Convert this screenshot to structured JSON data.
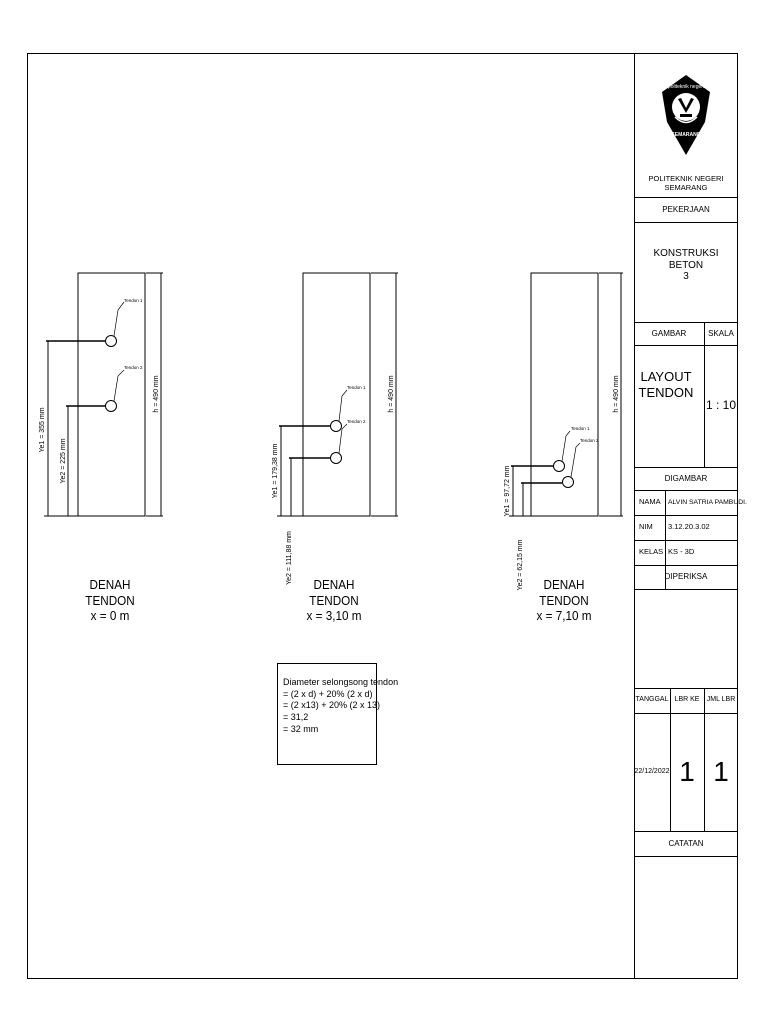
{
  "sections": [
    {
      "caption_1": "DENAH TENDON",
      "caption_2": "x = 0 m",
      "height_dim": "h = 490 mm",
      "ye1": "Ye1 = 355 mm",
      "ye2": "Ye2 = 225 mm",
      "tendon_1": "Tendon 1",
      "tendon_2": "Tendon 2"
    },
    {
      "caption_1": "DENAH TENDON",
      "caption_2": "x = 3,10 m",
      "height_dim": "h = 490 mm",
      "ye1": "Ye1 = 179,38 mm",
      "ye2": "Ye2 = 111,88 mm",
      "tendon_1": "Tendon 1",
      "tendon_2": "Tendon 2"
    },
    {
      "caption_1": "DENAH TENDON",
      "caption_2": "x = 7,10 m",
      "height_dim": "h = 490 mm",
      "ye1": "Ye1 = 97,72 mm",
      "ye2": "Ye2 = 62,15 mm",
      "tendon_1": "Tendon 1",
      "tendon_2": "Tendon 2"
    }
  ],
  "note": {
    "title": "Diameter selongsong tendon",
    "lines": [
      "= (2 x d) + 20% (2 x d)",
      "= (2 x13) + 20% (2 x 13)",
      "= 31,2",
      "= 32 mm"
    ]
  },
  "title_block": {
    "institution": "POLITEKNIK NEGERI SEMARANG",
    "logo_text_top": "politeknik negeri",
    "logo_text_bottom": "SEMARANG",
    "pekerjaan_label": "PEKERJAAN",
    "project_line_1": "KONSTRUKSI",
    "project_line_2": "BETON",
    "project_line_3": "3",
    "gambar_label": "GAMBAR",
    "skala_label": "SKALA",
    "drawing_title_1": "LAYOUT",
    "drawing_title_2": "TENDON",
    "scale": "1 : 10",
    "digambar_label": "DIGAMBAR",
    "nama_label": "NAMA",
    "nama_value": "ALVIN SATRIA PAMBUDI.",
    "nim_label": "NIM",
    "nim_value": "3.12.20.3.02",
    "kelas_label": "KELAS",
    "kelas_value": "KS - 3D",
    "diperiksa_label": "DIPERIKSA",
    "tanggal_label": "TANGGAL",
    "lbr_ke_label": "LBR KE",
    "jml_lbr_label": "JML LBR",
    "tanggal_value": "22/12/2022",
    "lbr_ke_value": "1",
    "jml_lbr_value": "1",
    "catatan_label": "CATATAN"
  }
}
